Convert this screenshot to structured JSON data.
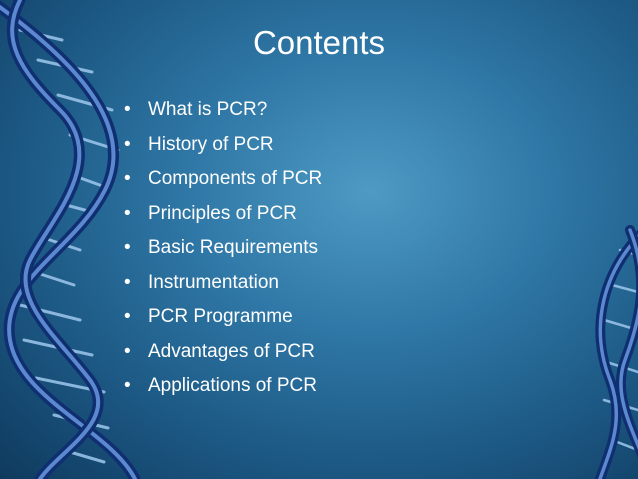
{
  "slide": {
    "title": "Contents",
    "items": [
      {
        "label": "What is PCR?"
      },
      {
        "label": "History of PCR"
      },
      {
        "label": "Components of PCR"
      },
      {
        "label": "Principles of PCR"
      },
      {
        "label": "Basic Requirements"
      },
      {
        "label": "Instrumentation"
      },
      {
        "label": "PCR Programme"
      },
      {
        "label": "Advantages of PCR"
      },
      {
        "label": "Applications of PCR"
      }
    ],
    "bullet_glyph": "•",
    "colors": {
      "background_center": "#4e9ac4",
      "background_edge": "#0f3a5e",
      "text": "#ffffff",
      "dna_strand": "#1a3f8c",
      "dna_highlight": "#9fd0ff"
    }
  }
}
